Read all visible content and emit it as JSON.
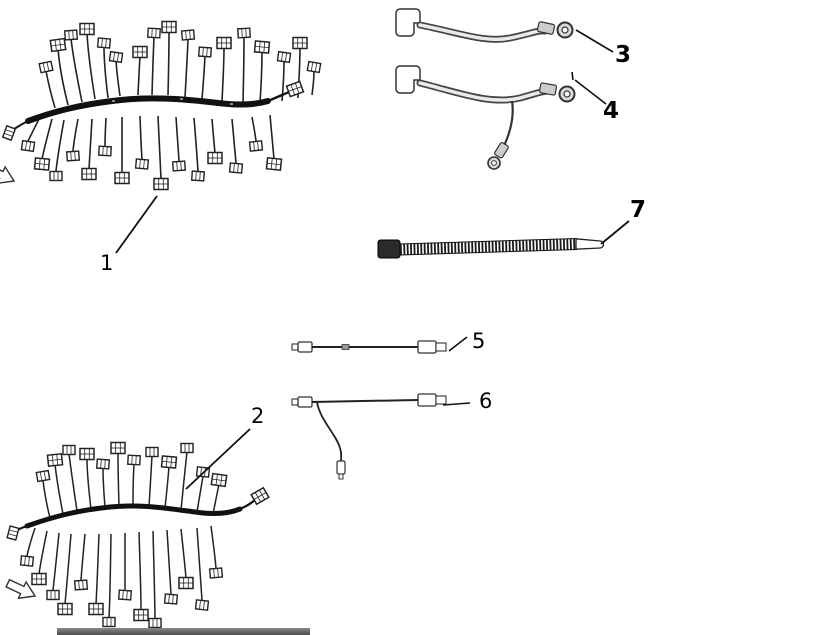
{
  "page": {
    "background": "#ffffff",
    "line_color": "#1a1a1a"
  },
  "callouts": [
    {
      "label": "1"
    },
    {
      "label": "2"
    },
    {
      "label": "3"
    },
    {
      "label": "4"
    },
    {
      "label": "5"
    },
    {
      "label": "6"
    },
    {
      "label": "7"
    }
  ]
}
